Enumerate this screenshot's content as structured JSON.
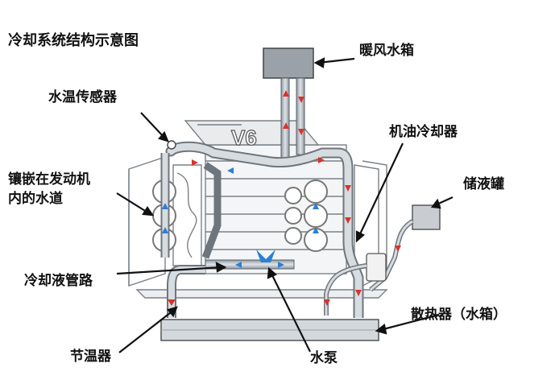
{
  "diagram": {
    "title": "冷却系统结构示意图",
    "labels": {
      "heater_core": "暖风水箱",
      "temp_sensor": "水温传感器",
      "oil_cooler": "机油冷却器",
      "reservoir": "储液罐",
      "block_passage_line1": "镶嵌在发动机",
      "block_passage_line2": "内的水道",
      "coolant_pipe": "冷却液管路",
      "radiator": "散热器（水箱）",
      "thermostat": "节温器",
      "water_pump": "水泵"
    },
    "engine_badge": "V6"
  },
  "colors": {
    "pipe_fill": "#b8c0c8",
    "pipe_edge": "#5a6168",
    "hot_arrow": "#d9342b",
    "cool_arrow": "#2c7fd4",
    "engine_line": "#6f757b"
  }
}
